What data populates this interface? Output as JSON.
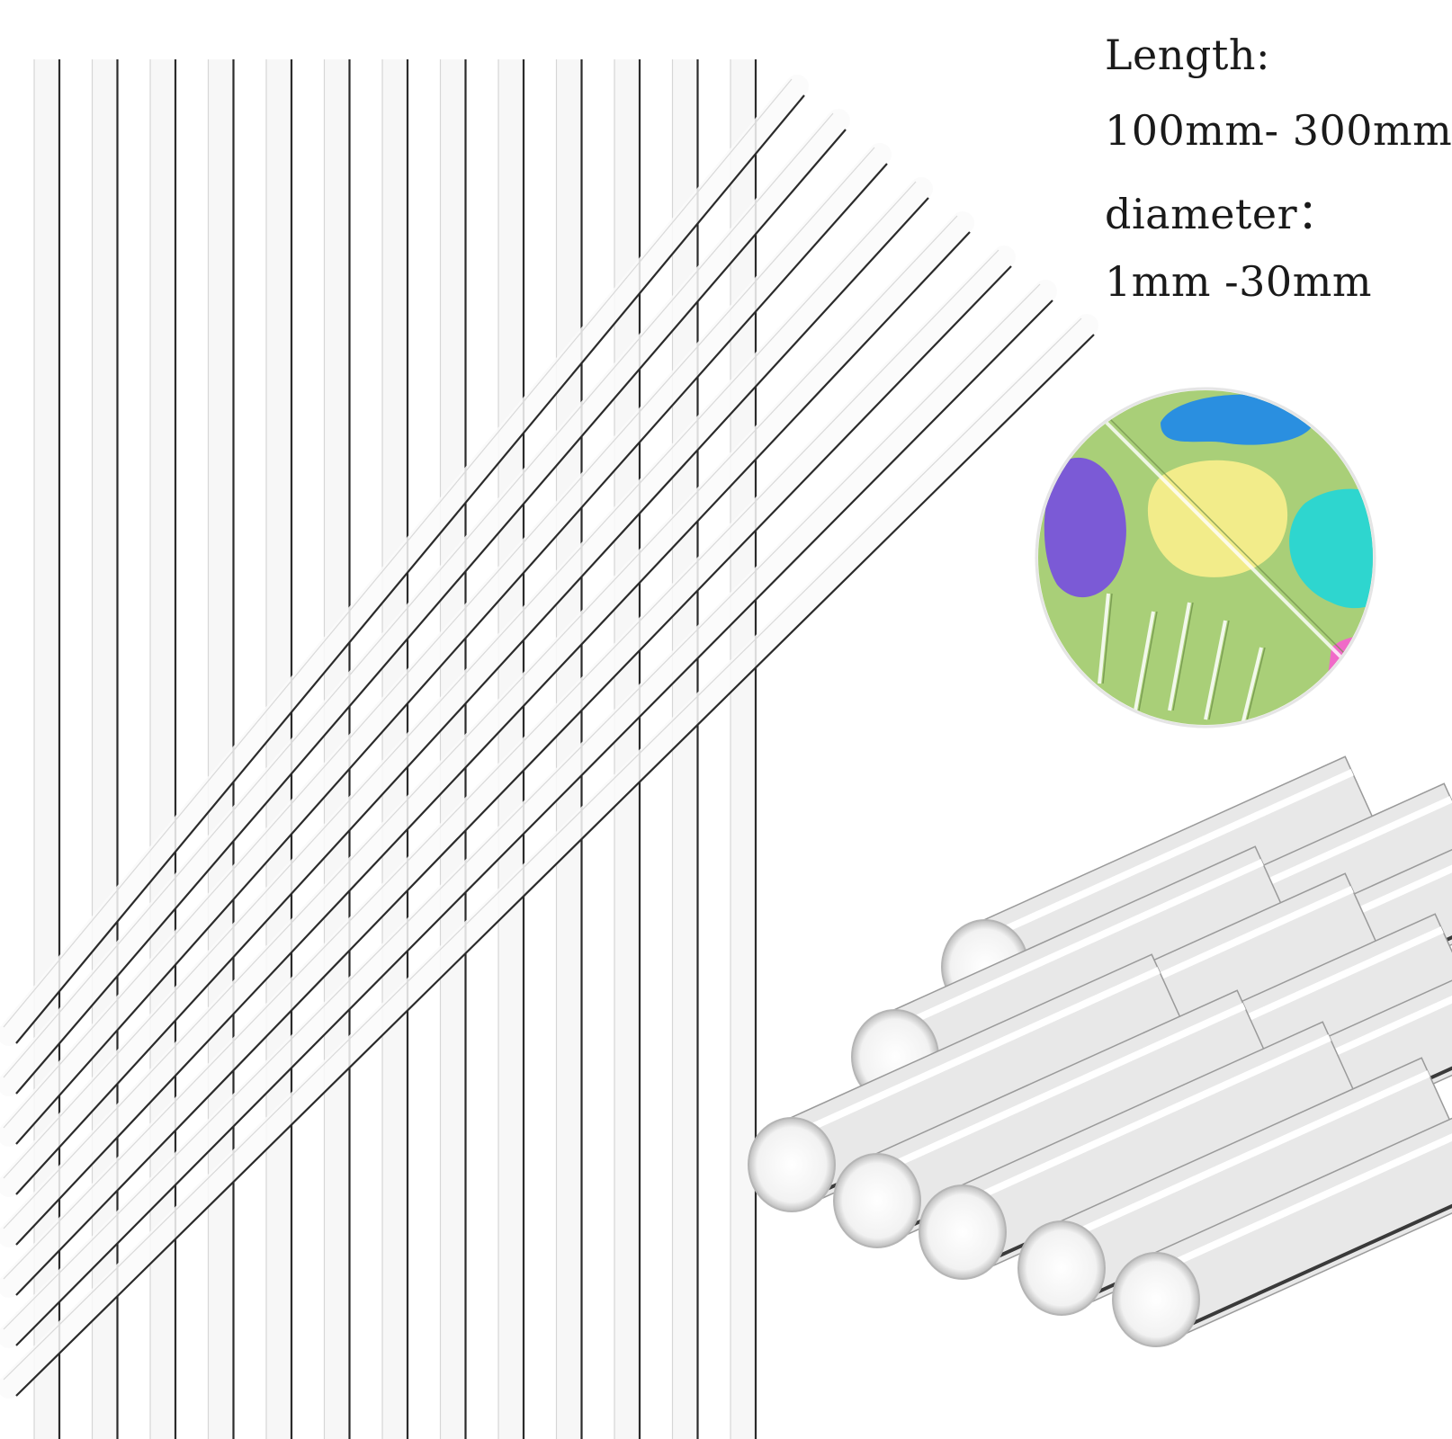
{
  "specs": {
    "length_label": "Length:",
    "length_value": "100mm- 300mm",
    "diameter_label": "diameter：",
    "diameter_value": "1mm -30mm"
  },
  "colors": {
    "background": "#ffffff",
    "rod_edge": "#2b2b2b",
    "rod_fill": "#f4f4f4",
    "inset_background": "#a9cf78",
    "clay_blue": "#2a8fe0",
    "clay_purple": "#7b5ad6",
    "clay_yellow": "#f2ec8a",
    "clay_teal": "#2ed6cf",
    "clay_pink": "#f06ac8"
  }
}
